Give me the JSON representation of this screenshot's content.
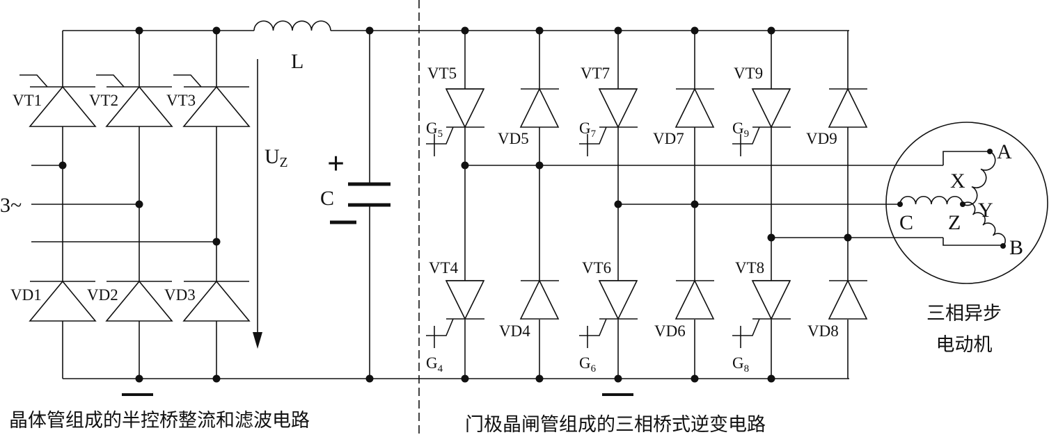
{
  "rectifier": {
    "thyristors": [
      "VT1",
      "VT2",
      "VT3"
    ],
    "diodes": [
      "VD1",
      "VD2",
      "VD3"
    ],
    "input_label": "3~",
    "inductor_label": "L",
    "voltage_label": {
      "main": "U",
      "sub": "Z"
    },
    "capacitor_label": "C",
    "plus_sign": "+",
    "minus_sign": "−",
    "caption": "晶体管组成的半控桥整流和滤波电路"
  },
  "inverter": {
    "upper_thyristors": [
      "VT5",
      "VT7",
      "VT9"
    ],
    "upper_diodes": [
      "VD5",
      "VD7",
      "VD9"
    ],
    "lower_thyristors": [
      "VT4",
      "VT6",
      "VT8"
    ],
    "lower_diodes": [
      "VD4",
      "VD6",
      "VD8"
    ],
    "upper_gates": [
      {
        "main": "G",
        "sub": "5"
      },
      {
        "main": "G",
        "sub": "7"
      },
      {
        "main": "G",
        "sub": "9"
      }
    ],
    "lower_gates": [
      {
        "main": "G",
        "sub": "4"
      },
      {
        "main": "G",
        "sub": "6"
      },
      {
        "main": "G",
        "sub": "8"
      }
    ],
    "caption": "门极晶闸管组成的三相桥式逆变电路"
  },
  "motor": {
    "terminals": {
      "A": "A",
      "B": "B",
      "C": "C",
      "X": "X",
      "Y": "Y",
      "Z": "Z"
    },
    "label_line1": "三相异步",
    "label_line2": "电动机"
  }
}
